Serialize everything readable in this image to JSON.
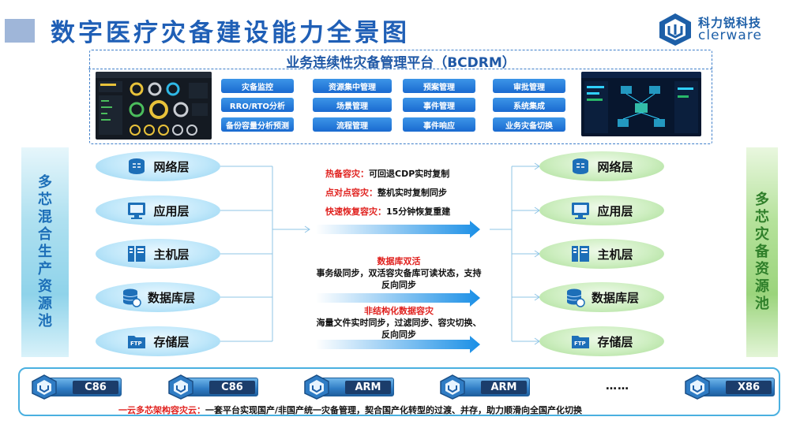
{
  "header": {
    "title": "数字医疗灾备建设能力全景图",
    "logo_cn": "科力锐科技",
    "logo_en": "clerware"
  },
  "platform": {
    "title": "业务连续性灾备管理平台（BCDRM）",
    "features": [
      "灾备监控",
      "资源集中管理",
      "预案管理",
      "审批管理",
      "RRO/RTO分析",
      "场景管理",
      "事件管理",
      "系统集成",
      "备份容量分析预测",
      "流程管理",
      "事件响应",
      "业务灾备切换"
    ]
  },
  "left_column": {
    "label": [
      "多",
      "芯",
      "混",
      "合",
      "生",
      "产",
      "资",
      "源",
      "池"
    ]
  },
  "right_column": {
    "label": [
      "多",
      "芯",
      "灾",
      "备",
      "资",
      "源",
      "池"
    ]
  },
  "source_layers": [
    {
      "label": "网络层",
      "icon": "network-icon"
    },
    {
      "label": "应用层",
      "icon": "application-icon"
    },
    {
      "label": "主机层",
      "icon": "host-icon"
    },
    {
      "label": "数据库层",
      "icon": "database-icon"
    },
    {
      "label": "存储层",
      "icon": "storage-icon"
    }
  ],
  "target_layers": [
    {
      "label": "网络层",
      "icon": "network-icon"
    },
    {
      "label": "应用层",
      "icon": "application-icon"
    },
    {
      "label": "主机层",
      "icon": "host-icon"
    },
    {
      "label": "数据库层",
      "icon": "database-icon"
    },
    {
      "label": "存储层",
      "icon": "storage-icon"
    }
  ],
  "methods": [
    {
      "name": "热备容灾：",
      "desc": "可回退CDP实时复制"
    },
    {
      "name": "点对点容灾：",
      "desc": "整机实时复制同步"
    },
    {
      "name": "快速恢复容灾：",
      "desc": "15分钟恢复重建"
    }
  ],
  "database_dr": {
    "title": "数据库双活",
    "desc_line1": "事务级同步，双活容灾备库可读状态，支持",
    "desc_line2": "反向同步"
  },
  "unstructured_dr": {
    "title": "非结构化数据容灾",
    "desc_line1": "海量文件实时同步，过滤同步、容灾切换、",
    "desc_line2": "反向同步"
  },
  "appliances": [
    "C86",
    "C86",
    "ARM",
    "ARM",
    "X86"
  ],
  "appliance_ellipsis": "……",
  "footer": {
    "highlight": "一云多芯架构容灾云：",
    "text": "一套平台实现国产/非国产统一灾备管理，契合国产化转型的过渡、并存，助力顺滑向全国产化切换"
  },
  "colors": {
    "title_blue": "#1f5fb6",
    "accent_red": "#e0201d",
    "feature_blue": "#1a6ad0",
    "arrow_blue": "#1a8fe6",
    "source_cyan": "#93d3f1",
    "target_green": "#a9dd96"
  }
}
